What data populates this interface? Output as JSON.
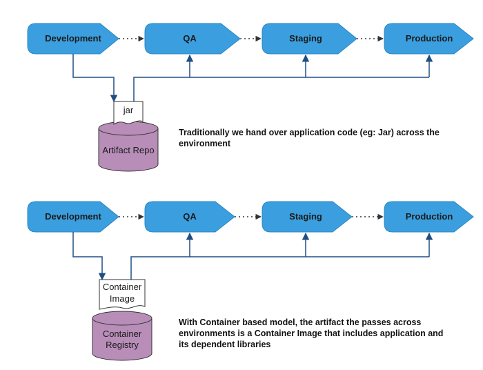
{
  "colors": {
    "stage_fill": "#3b9fdf",
    "stage_stroke": "#2a86c2",
    "store_fill": "#b88db8",
    "arrow": "#1f4e85",
    "dotted": "#333333"
  },
  "top": {
    "stages": [
      "Development",
      "QA",
      "Staging",
      "Production"
    ],
    "artifact": [
      "jar"
    ],
    "store": [
      "Artifact Repo"
    ],
    "note": "Traditionally we hand over application code (eg: Jar) across the environment"
  },
  "bottom": {
    "stages": [
      "Development",
      "QA",
      "Staging",
      "Production"
    ],
    "artifact": [
      "Container",
      "Image"
    ],
    "store": [
      "Container",
      "Registry"
    ],
    "note": "With Container based model, the artifact the passes across environments is a Container Image that includes application and its dependent libraries"
  }
}
